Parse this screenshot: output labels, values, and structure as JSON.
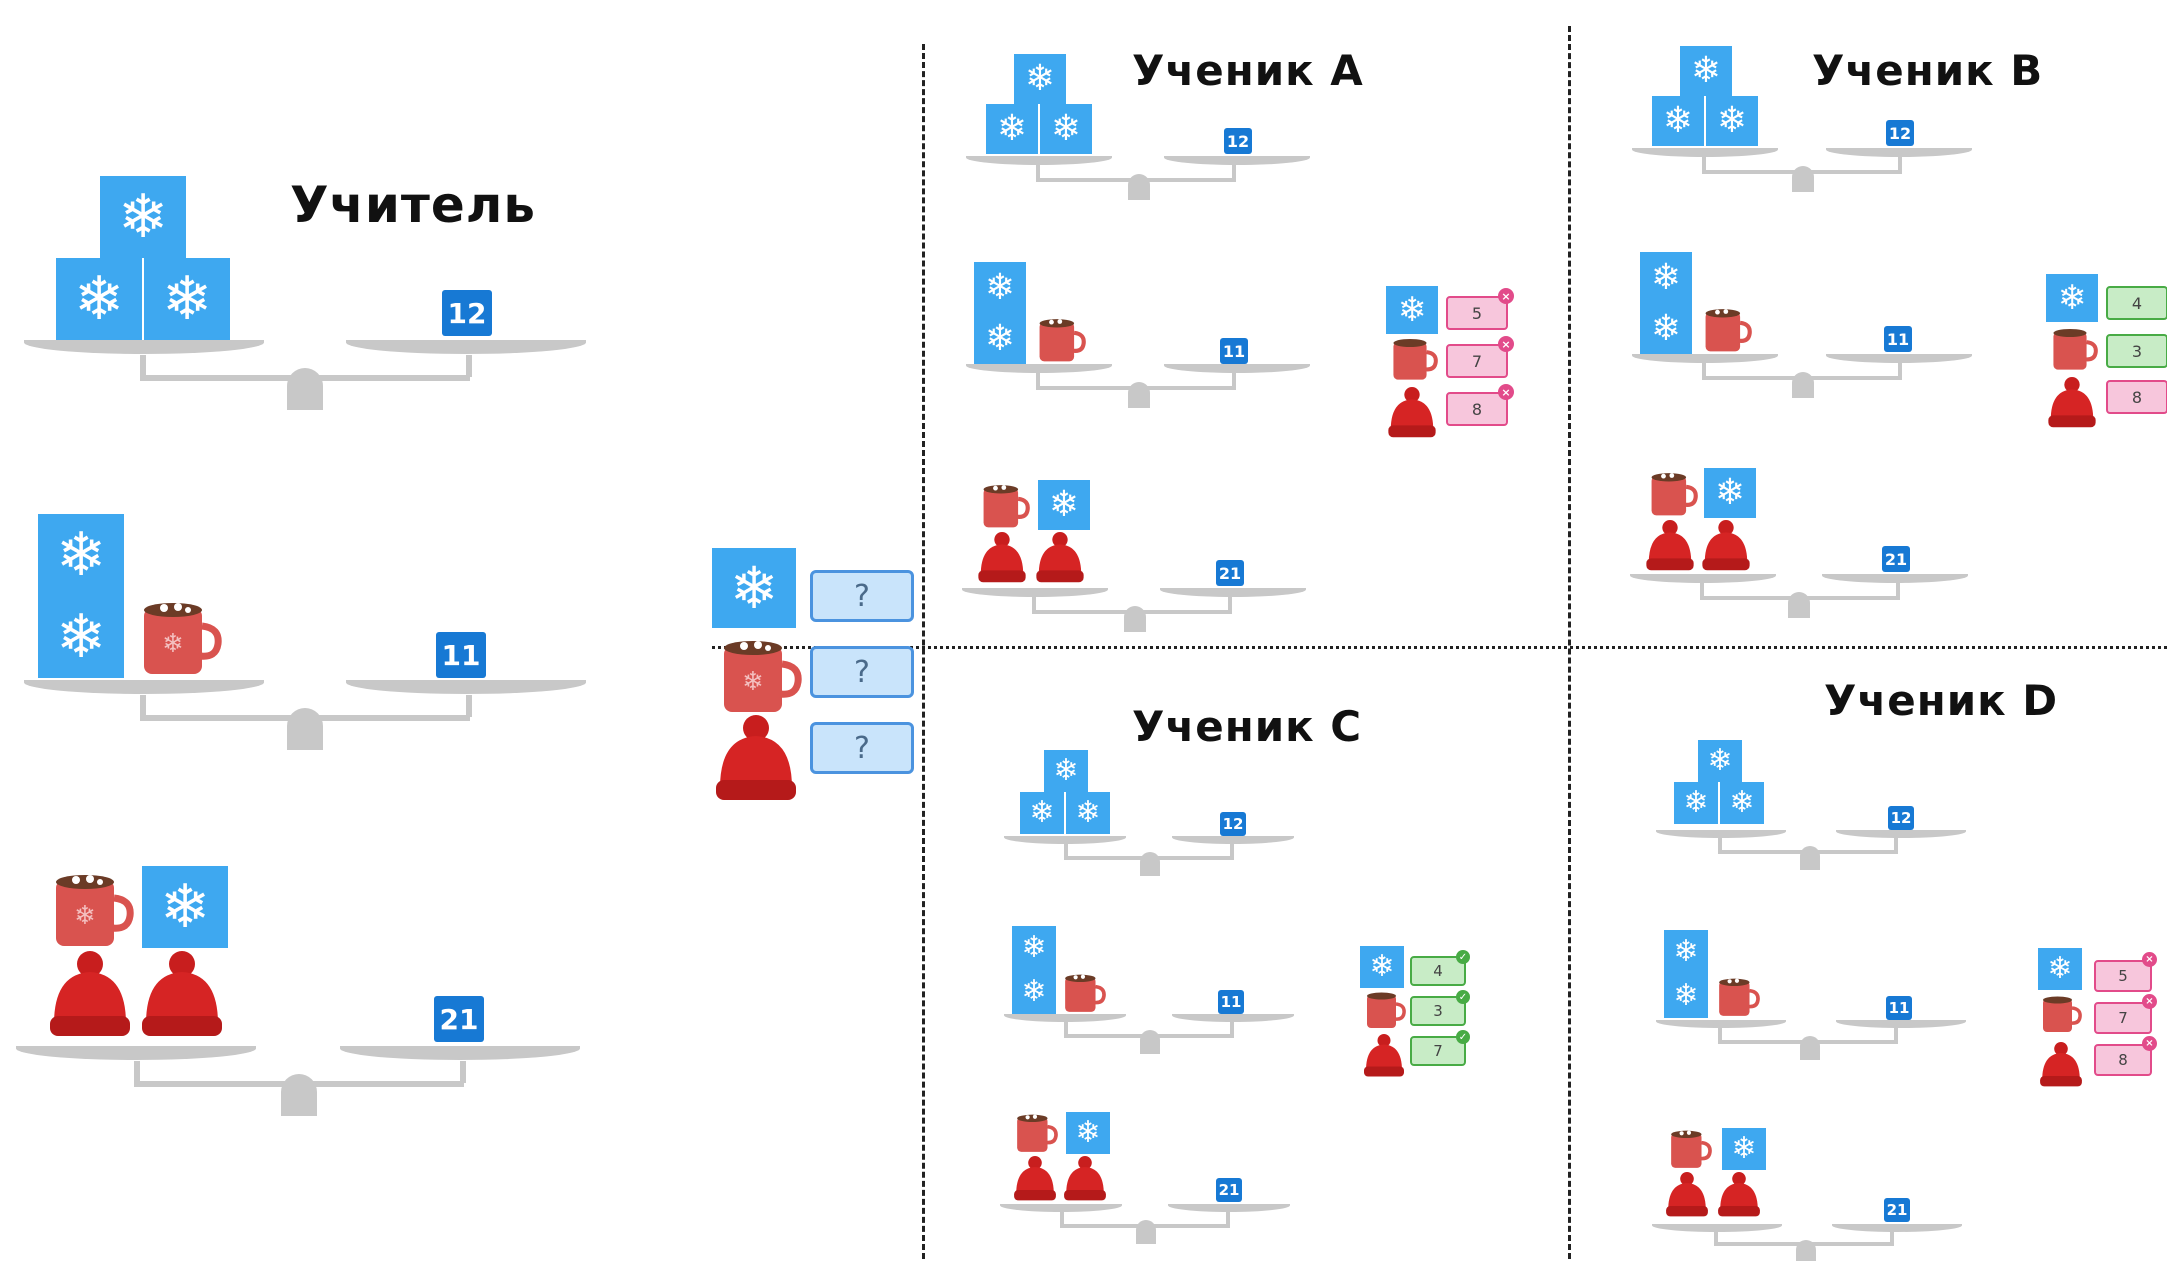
{
  "teacher": {
    "title": "Учитель",
    "values": [
      "12",
      "11",
      "21"
    ]
  },
  "middle_panel": {
    "placeholders": [
      "?",
      "?",
      "?"
    ]
  },
  "student_a": {
    "title": "Ученик A",
    "values": [
      "12",
      "11",
      "21"
    ],
    "answers": [
      "5",
      "7",
      "8"
    ],
    "answer_status": "wrong"
  },
  "student_b": {
    "title": "Ученик B",
    "values": [
      "12",
      "11",
      "21"
    ],
    "answers": [
      "4",
      "3",
      "8"
    ],
    "answer_status": "mixed"
  },
  "student_c": {
    "title": "Ученик C",
    "values": [
      "12",
      "11",
      "21"
    ],
    "answers": [
      "4",
      "3",
      "7"
    ],
    "answer_status": "right"
  },
  "student_d": {
    "title": "Ученик D",
    "values": [
      "12",
      "11",
      "21"
    ],
    "answers": [
      "5",
      "7",
      "8"
    ],
    "answer_status": "wrong"
  },
  "items": {
    "snowflake": "snowflake-icon",
    "mug": "cocoa-mug-icon",
    "hat": "knit-hat-icon"
  },
  "colors": {
    "snowflake_block": "#3ea8f0",
    "value_badge": "#1779d4",
    "scale": "#c8c8c8",
    "wrong": "#e24b8a",
    "right": "#48ab45",
    "question_box": "#c9e4fb"
  }
}
